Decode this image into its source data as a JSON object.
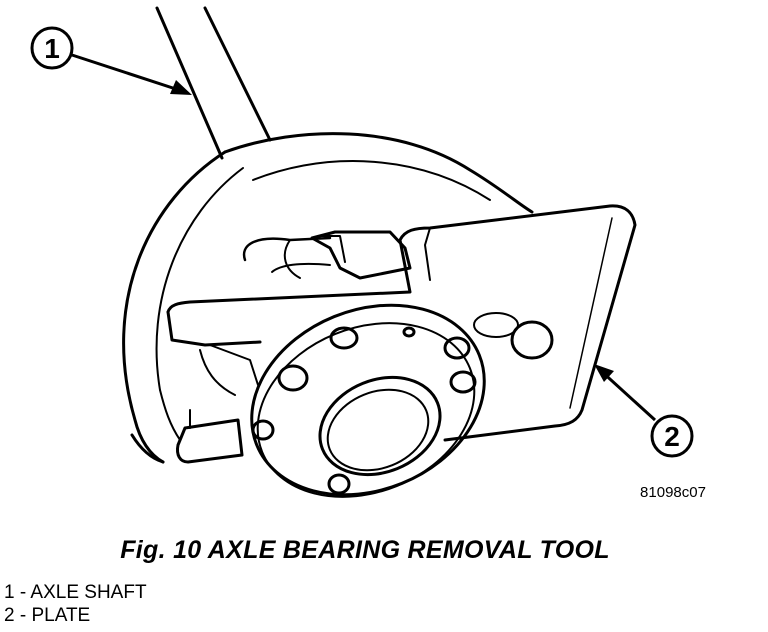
{
  "figure": {
    "callouts": [
      {
        "number": "1"
      },
      {
        "number": "2"
      }
    ],
    "reference_code": "81098c07",
    "caption": "Fig. 10 AXLE BEARING REMOVAL TOOL",
    "legend": [
      {
        "text": "1 - AXLE SHAFT"
      },
      {
        "text": "2 - PLATE"
      }
    ]
  }
}
